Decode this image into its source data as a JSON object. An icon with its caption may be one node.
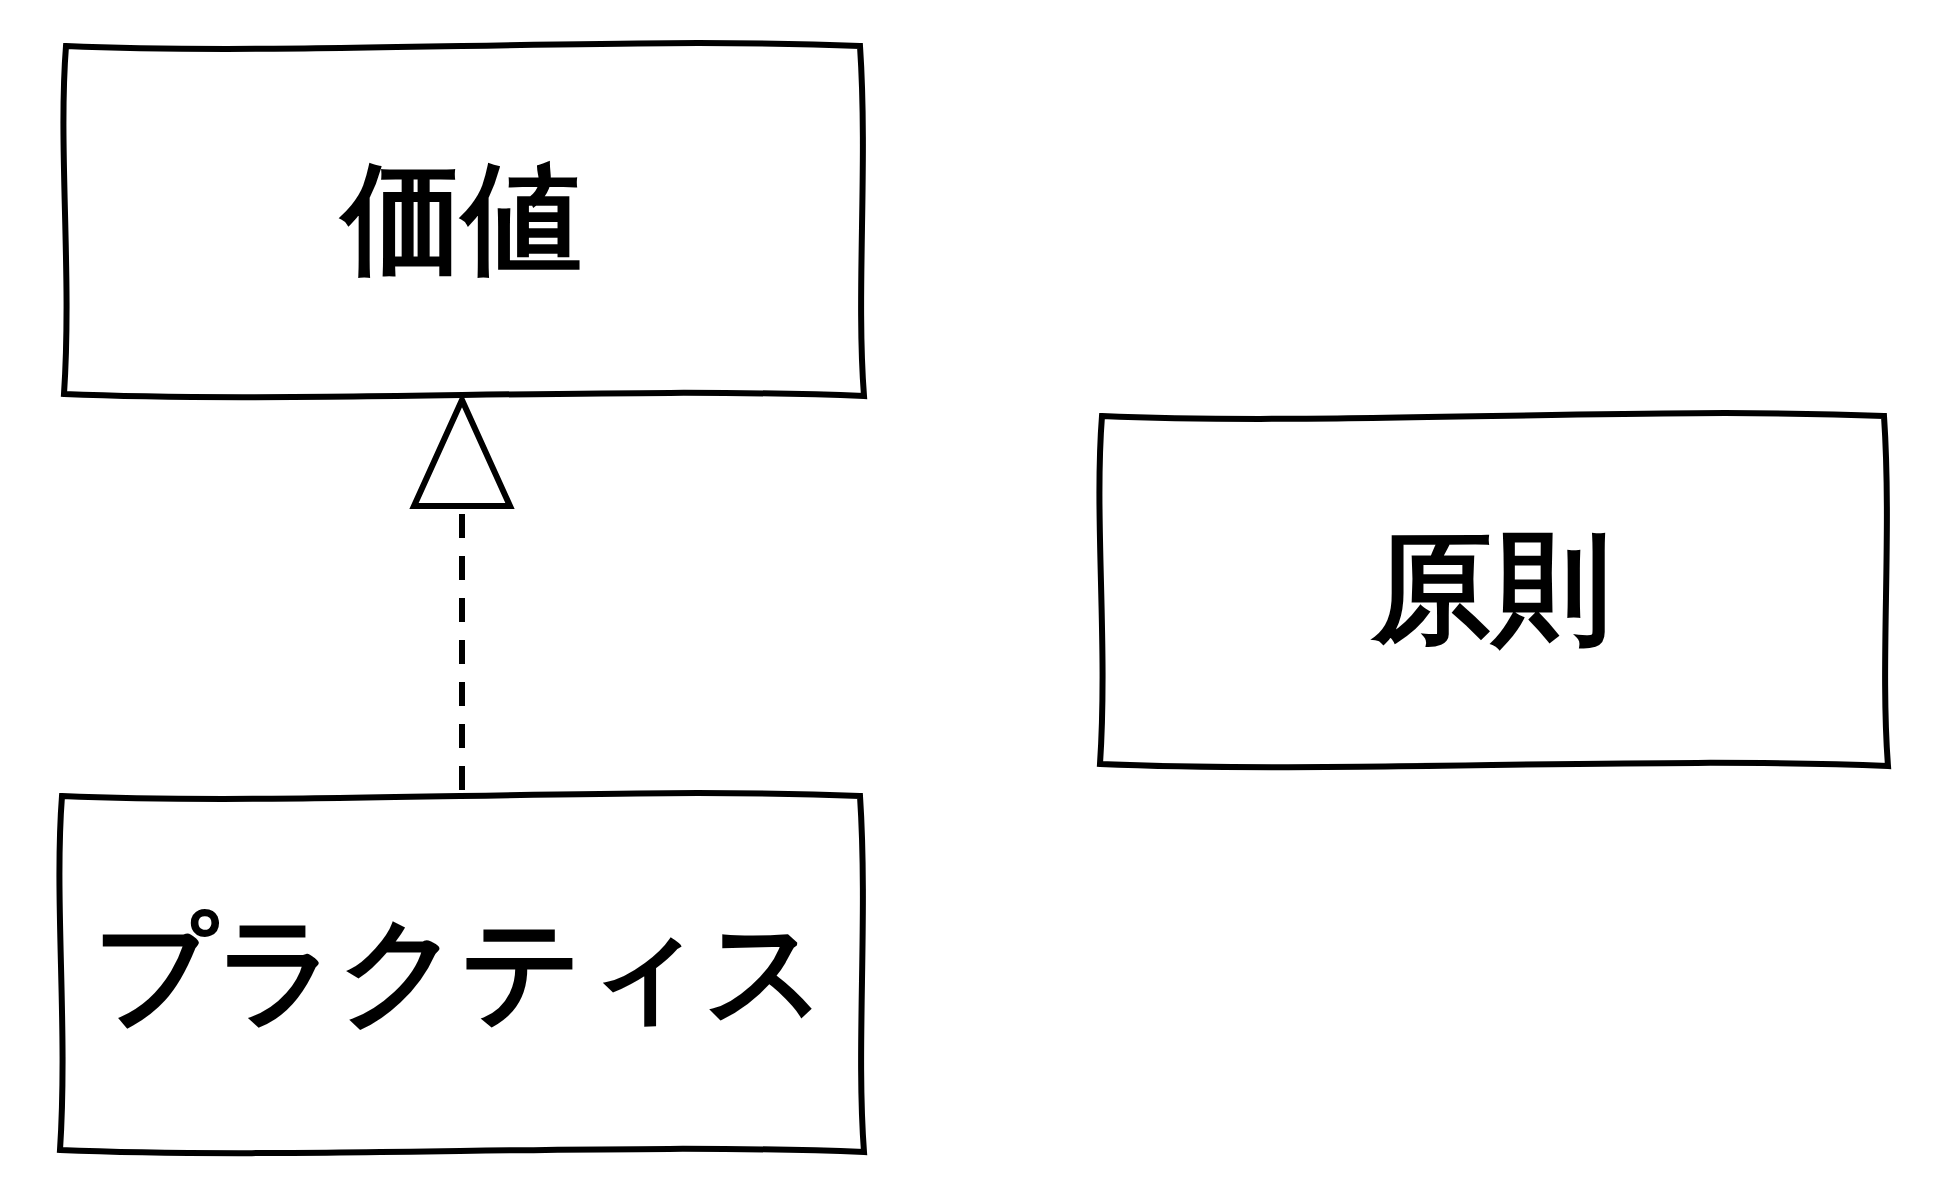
{
  "diagram": {
    "nodes": [
      {
        "text": [
          "価値"
        ]
      },
      {
        "text": [
          "原則"
        ]
      },
      {
        "text": [
          "プラクティス"
        ]
      }
    ],
    "edges": [
      {
        "from": 2,
        "to": 0,
        "arrow": "to",
        "style": "dashed"
      }
    ]
  }
}
